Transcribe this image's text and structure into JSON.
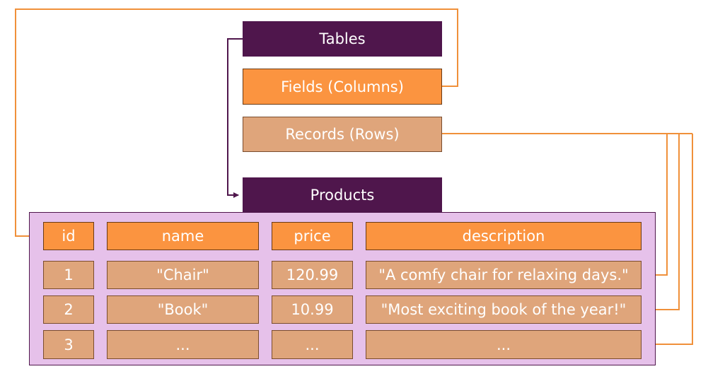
{
  "concepts": {
    "tables": "Tables",
    "fields": "Fields (Columns)",
    "records": "Records (Rows)"
  },
  "table": {
    "name": "Products",
    "columns": [
      "id",
      "name",
      "price",
      "description"
    ],
    "rows": [
      [
        "1",
        "\"Chair\"",
        "120.99",
        "\"A comfy chair for relaxing days.\""
      ],
      [
        "2",
        "\"Book\"",
        "10.99",
        "\"Most exciting book of the year!\""
      ],
      [
        "3",
        "...",
        "...",
        "..."
      ]
    ]
  },
  "colors": {
    "dark_purple": "#4f164c",
    "orange": "#fb9440",
    "tan": "#dfa57b",
    "panel_pink": "#e6c1ea",
    "connector_orange": "#f0903a"
  }
}
